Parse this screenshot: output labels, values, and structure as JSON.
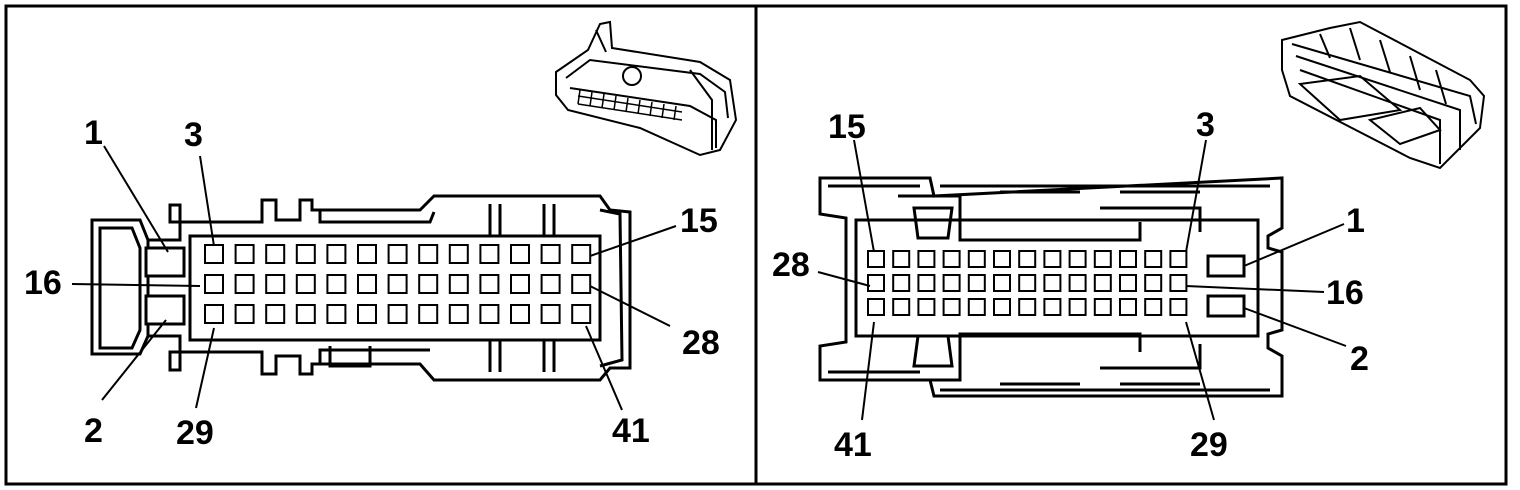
{
  "left_view": {
    "labels": {
      "pin1": "1",
      "pin2": "2",
      "pin3": "3",
      "pin15": "15",
      "pin16": "16",
      "pin28": "28",
      "pin29": "29",
      "pin41": "41"
    },
    "pin_rows": 3,
    "pin_columns": 13,
    "large_terminals": 2
  },
  "right_view": {
    "labels": {
      "pin1": "1",
      "pin2": "2",
      "pin3": "3",
      "pin15": "15",
      "pin16": "16",
      "pin28": "28",
      "pin29": "29",
      "pin41": "41"
    },
    "pin_rows": 3,
    "pin_columns": 13,
    "large_terminals": 2
  },
  "colors": {
    "line": "#000000",
    "background": "#ffffff"
  }
}
